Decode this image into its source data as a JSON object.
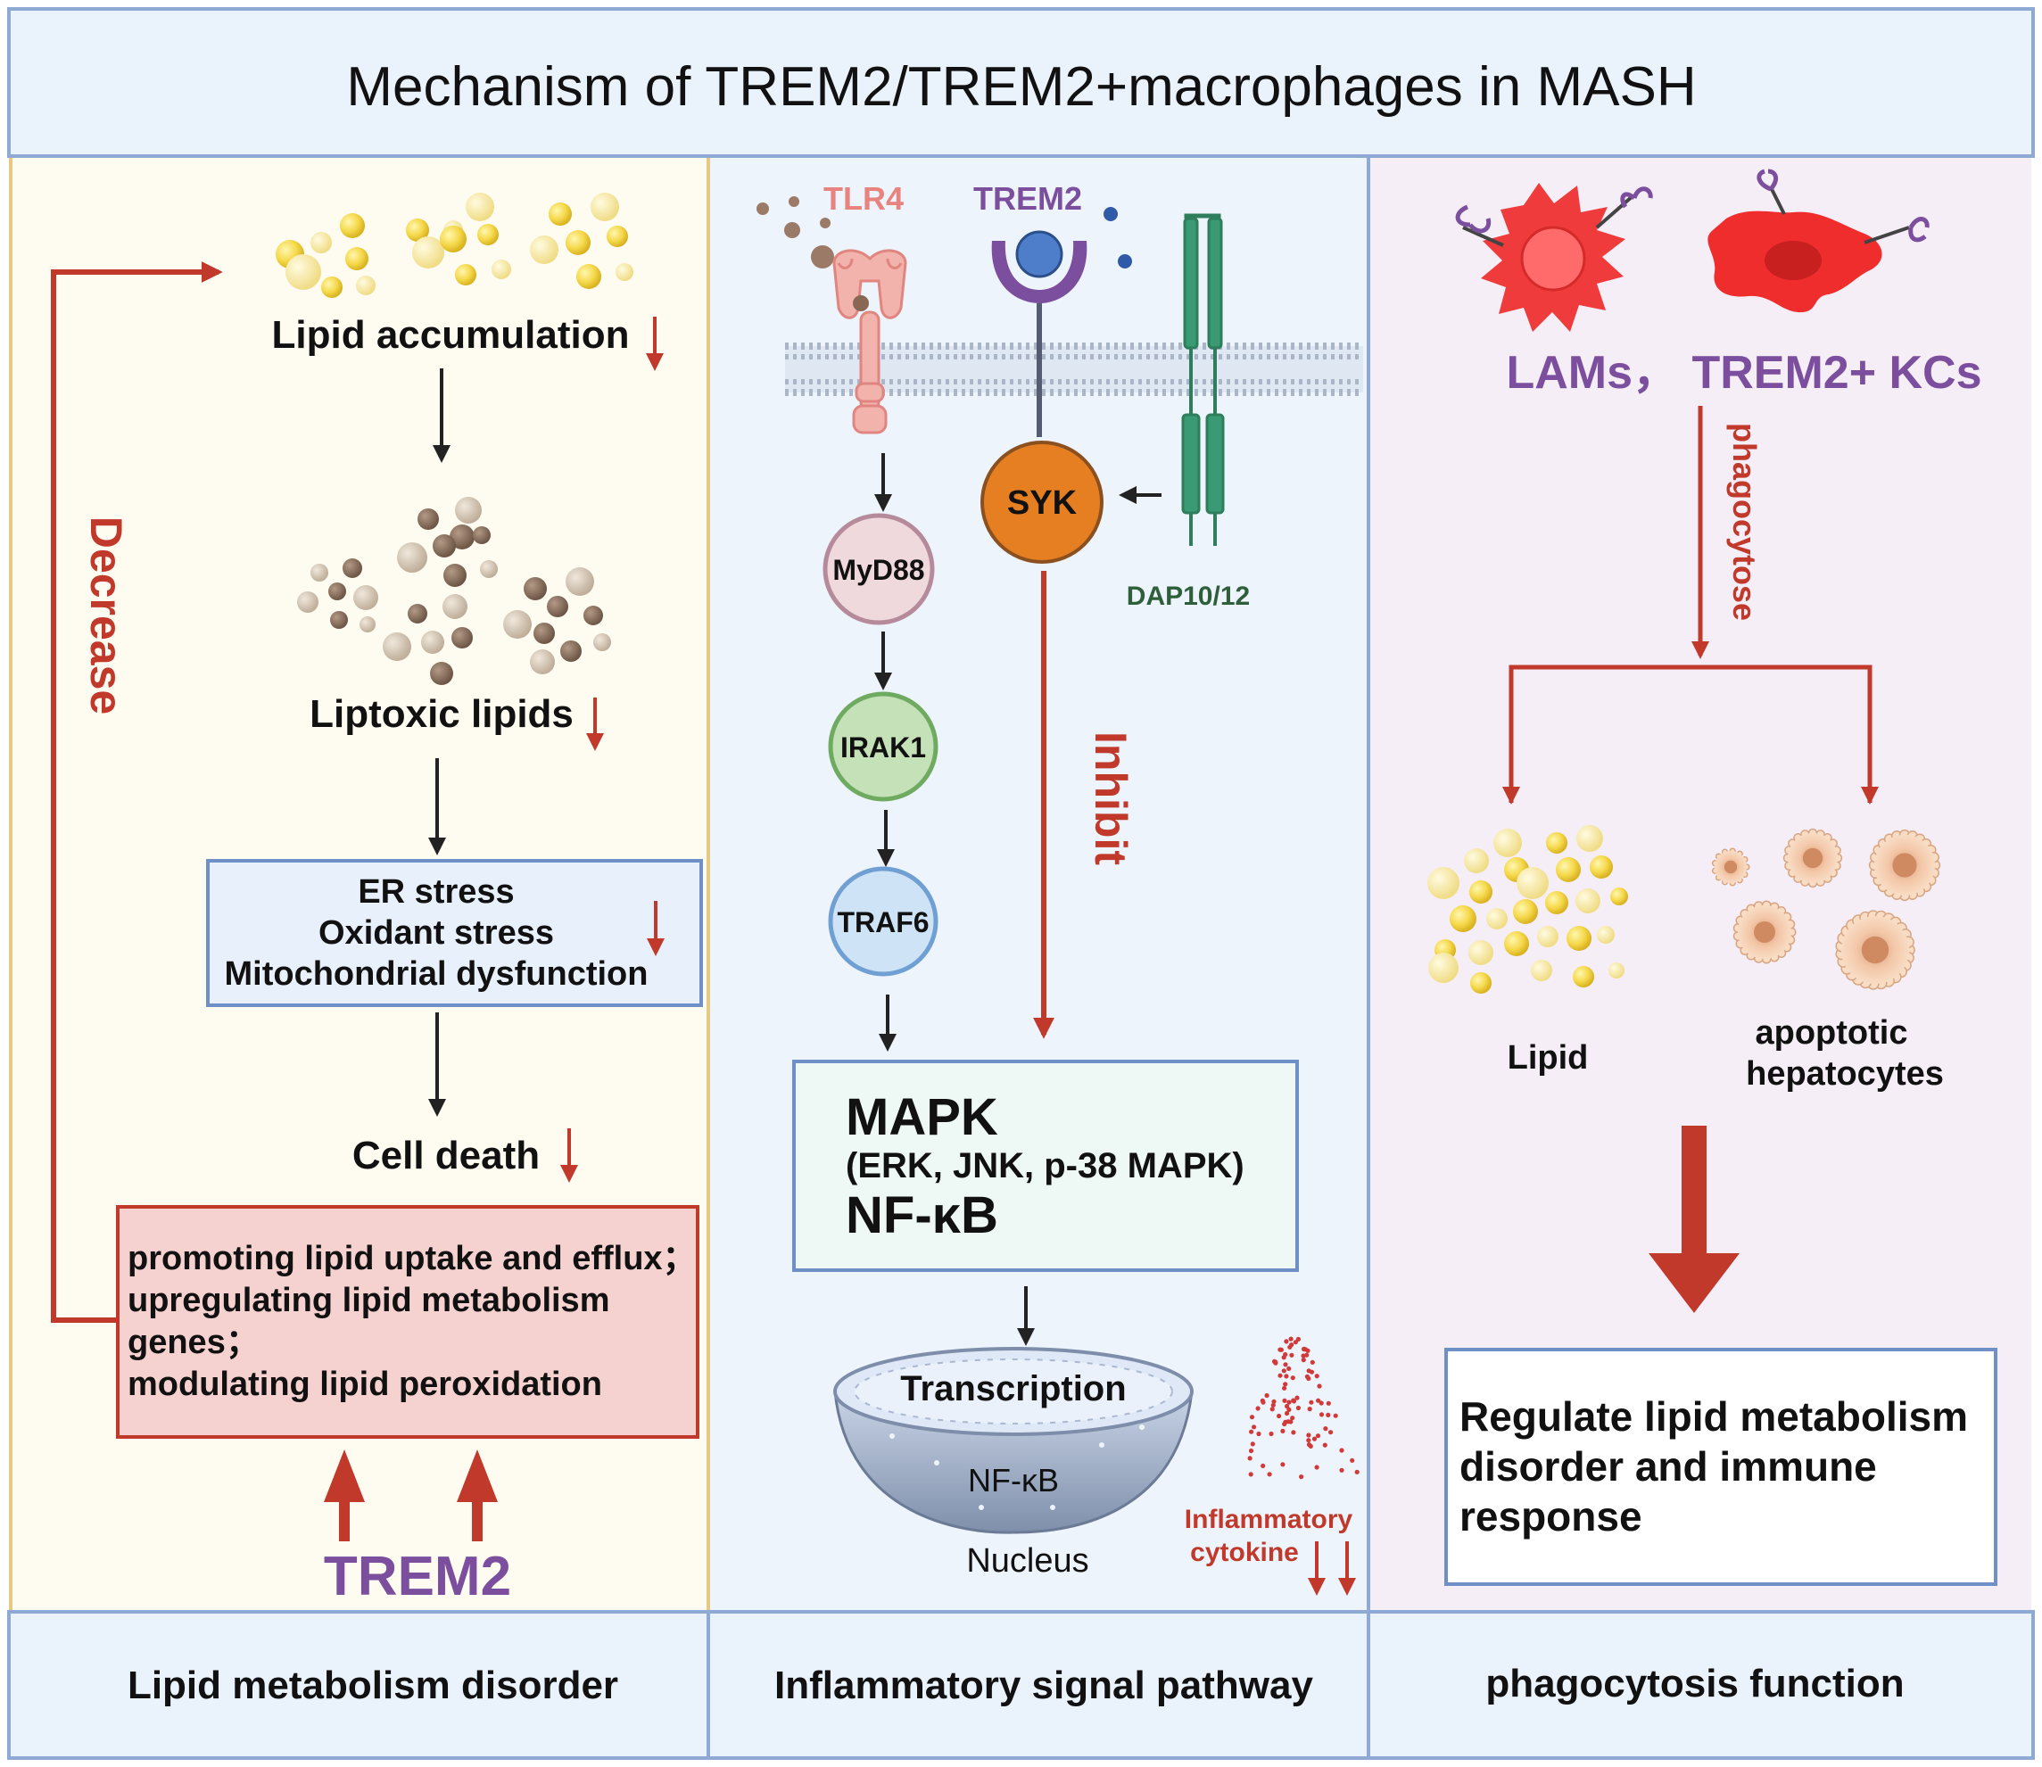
{
  "title": "Mechanism of TREM2/TREM2+macrophages in MASH",
  "panels": {
    "lipid": {
      "footer": "Lipid metabolism disorder",
      "lipid_accumulation": "Lipid accumulation",
      "liptoxic_lipids": "Liptoxic lipids",
      "stress_lines": [
        "ER stress",
        "Oxidant stress",
        "Mitochondrial dysfunction"
      ],
      "cell_death": "Cell death",
      "trem2_effects": [
        "promoting lipid uptake and efflux；",
        "upregulating lipid metabolism",
        "genes；",
        "modulating lipid peroxidation"
      ],
      "decrease": "Decrease",
      "trem2": "TREM2"
    },
    "inflammation": {
      "footer": "Inflammatory signal pathway",
      "tlr4": "TLR4",
      "trem2": "TREM2",
      "myd88": "MyD88",
      "irak1": "IRAK1",
      "traf6": "TRAF6",
      "syk": "SYK",
      "dap": "DAP10/12",
      "inhibit": "Inhibit",
      "mapk": "MAPK",
      "mapk_sub": "(ERK, JNK,  p-38 MAPK)",
      "nfkb": "NF-κB",
      "transcription": "Transcription",
      "nucleus_nfkb": "NF-κB",
      "nucleus": "Nucleus",
      "cytokine_line1": "Inflammatory",
      "cytokine_line2": "cytokine"
    },
    "phagocytosis": {
      "footer": "phagocytosis function",
      "cells_label": "LAMs， TREM2+ KCs",
      "phagocytose": "phagocytose",
      "lipid": "Lipid",
      "apoptotic_line1": "apoptotic",
      "apoptotic_line2": "hepatocytes",
      "result": [
        "Regulate lipid metabolism",
        "disorder and immune",
        "response"
      ]
    }
  },
  "colors": {
    "arrow_red": "#c0392b",
    "trem2_purple": "#7b4f9e",
    "tlr4_pink": "#e8837f",
    "dap_green": "#2e7d5b",
    "syk_orange": "#e67e22",
    "header_bg": "#eaf2fb",
    "lipid_panel_bg": "#fefbf0",
    "inflam_panel_bg": "#eef4fc",
    "phago_panel_bg": "#f6eef7",
    "border": "#8ea9d4"
  }
}
